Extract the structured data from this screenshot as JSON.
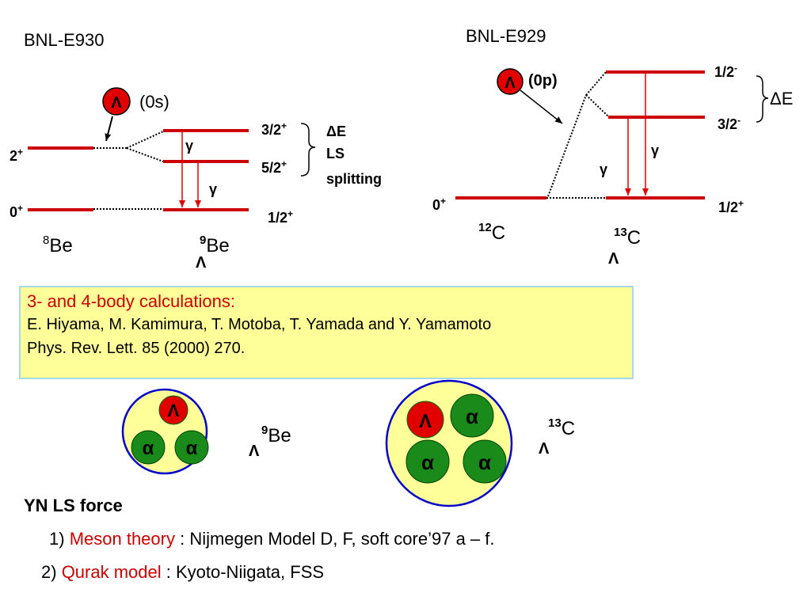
{
  "left": {
    "experiment": "BNL-E930",
    "lambda": "Λ",
    "orbit": "(0s)",
    "core_levels": [
      "2",
      "0"
    ],
    "core_level_sup": [
      "+",
      "+"
    ],
    "hyper_levels": [
      "3/2",
      "5/2",
      "1/2"
    ],
    "hyper_level_sup": [
      "+",
      "+",
      "+"
    ],
    "gamma": "γ",
    "splitting": [
      "ΔE",
      "LS",
      "splitting"
    ],
    "core_mass": "8",
    "core_element": "Be",
    "hyper_mass": "9",
    "hyper_element": "Be",
    "hyper_sub": "Λ"
  },
  "right": {
    "experiment": "BNL-E929",
    "lambda": "Λ",
    "orbit": "(0p)",
    "core_level": "0",
    "core_level_sup": "+",
    "hyper_levels": [
      "1/2",
      "3/2",
      "1/2"
    ],
    "hyper_level_sup": [
      "-",
      "-",
      "+"
    ],
    "gamma": "γ",
    "delta_e": "ΔE",
    "core_mass": "12",
    "core_element": "C",
    "hyper_mass": "13",
    "hyper_element": "C",
    "hyper_sub": "Λ"
  },
  "reference": {
    "heading": "3- and 4-body calculations:",
    "authors": "E. Hiyama, M. Kamimura, T. Motoba, T. Yamada and Y. Yamamoto",
    "journal": "Phys. Rev. Lett. 85 (2000)  270."
  },
  "clusters": {
    "be": {
      "particles": [
        "Λ",
        "α",
        "α"
      ],
      "mass": "9",
      "element": "Be",
      "sub": "Λ"
    },
    "c": {
      "particles": [
        "Λ",
        "α",
        "α",
        "α"
      ],
      "mass": "13",
      "element": "C",
      "sub": "Λ"
    }
  },
  "force": {
    "title": "YN  LS force",
    "item1_prefix": "1) ",
    "item1_label": "Meson theory",
    "item1_rest": " : Nijmegen Model D, F, soft core’97 a – f.",
    "item2_prefix": "2) ",
    "item2_label": "Qurak model",
    "item2_rest": " : Kyoto-Niigata,  FSS"
  },
  "colors": {
    "level": "#cc0000",
    "lambda_fill": "#e00000",
    "alpha_fill": "#1a8a1a",
    "cluster_fill": "#ffff99",
    "cluster_ring": "#0000cc",
    "ref_bg": "#ffff99",
    "ref_border": "#a8d8e0"
  }
}
